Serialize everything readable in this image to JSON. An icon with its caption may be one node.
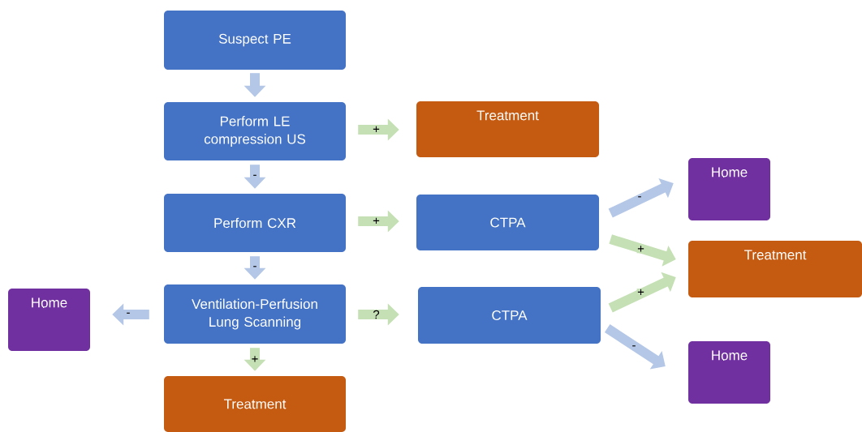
{
  "diagram": {
    "nodes": [
      {
        "text": [
          "Suspect PE"
        ]
      },
      {
        "text": [
          "Perform LE compression US"
        ]
      },
      {
        "text": [
          "Treatment"
        ]
      },
      {
        "text": [
          "Perform CXR"
        ]
      },
      {
        "text": [
          "CTPA"
        ]
      },
      {
        "text": [
          "Home"
        ]
      },
      {
        "text": [
          "Treatment"
        ]
      },
      {
        "text": [
          "Home"
        ]
      },
      {
        "text": [
          "Ventilation-Perfusion Lung Scanning"
        ]
      },
      {
        "text": [
          "CTPA"
        ]
      },
      {
        "text": [
          "Home"
        ]
      },
      {
        "text": [
          "Treatment"
        ]
      }
    ],
    "edges": [
      {
        "from": 0,
        "to": 1,
        "arrow": "to"
      },
      {
        "from": 1,
        "to": 2,
        "arrow": "to",
        "label": "+",
        "color": "#c5e0b4"
      },
      {
        "from": 1,
        "to": 3,
        "arrow": "to",
        "label": "-"
      },
      {
        "from": 3,
        "to": 4,
        "arrow": "to",
        "label": "+",
        "color": "#c5e0b4"
      },
      {
        "from": 4,
        "to": 5,
        "arrow": "to",
        "label": "-"
      },
      {
        "from": 4,
        "to": 6,
        "arrow": "to",
        "label": "+",
        "color": "#c5e0b4"
      },
      {
        "from": 3,
        "to": 8,
        "arrow": "to",
        "label": "-"
      },
      {
        "from": 8,
        "to": 7,
        "arrow": "to",
        "label": "-"
      },
      {
        "from": 8,
        "to": 9,
        "arrow": "to",
        "label": "?",
        "color": "#c5e0b4"
      },
      {
        "from": 9,
        "to": 6,
        "arrow": "to",
        "label": "+",
        "color": "#c5e0b4"
      },
      {
        "from": 9,
        "to": 10,
        "arrow": "to",
        "label": "-"
      },
      {
        "from": 8,
        "to": 11,
        "arrow": "to",
        "label": "+",
        "color": "#c5e0b4"
      }
    ]
  }
}
